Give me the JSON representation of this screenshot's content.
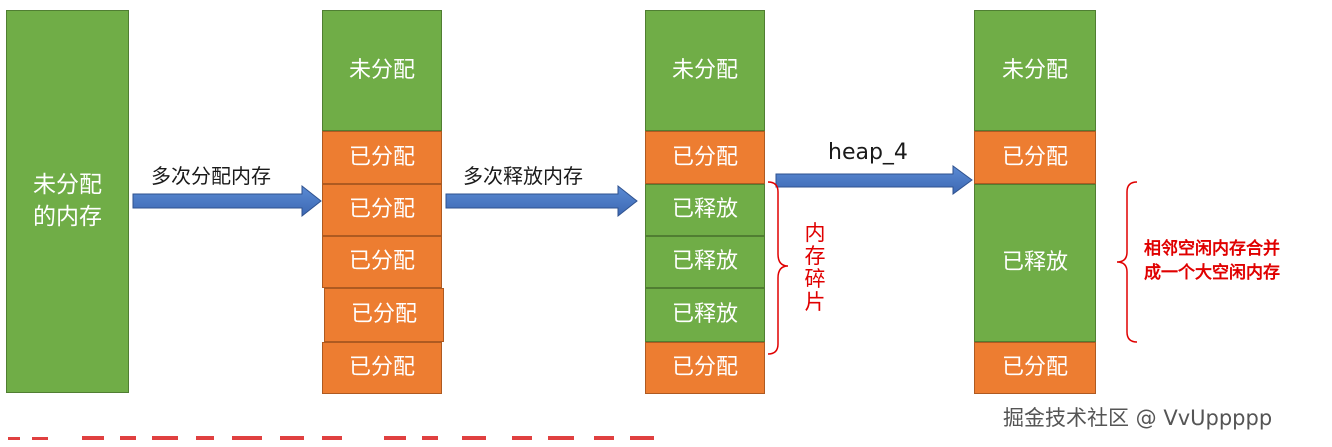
{
  "diagram": {
    "col1": {
      "block": "未分配\n的内存"
    },
    "col2": {
      "blocks": [
        "未分配",
        "已分配",
        "已分配",
        "已分配",
        "已分配",
        "已分配"
      ]
    },
    "col3": {
      "blocks": [
        "未分配",
        "已分配",
        "已释放",
        "已释放",
        "已释放",
        "已分配"
      ]
    },
    "col4": {
      "blocks": [
        "未分配",
        "已分配",
        "已释放",
        "已分配"
      ]
    },
    "arrows": {
      "a1": "多次分配内存",
      "a2": "多次释放内存",
      "a3": "heap_4"
    },
    "fragment_label": "内存碎片",
    "merge_note": [
      "相邻空闲内存合并",
      "成一个大空闲内存"
    ]
  },
  "watermark": "掘金技术社区 @ VvUppppp",
  "colors": {
    "green": "#70ad47",
    "orange": "#ed7d31",
    "arrow": "#4472c4",
    "note": "#e00000"
  }
}
